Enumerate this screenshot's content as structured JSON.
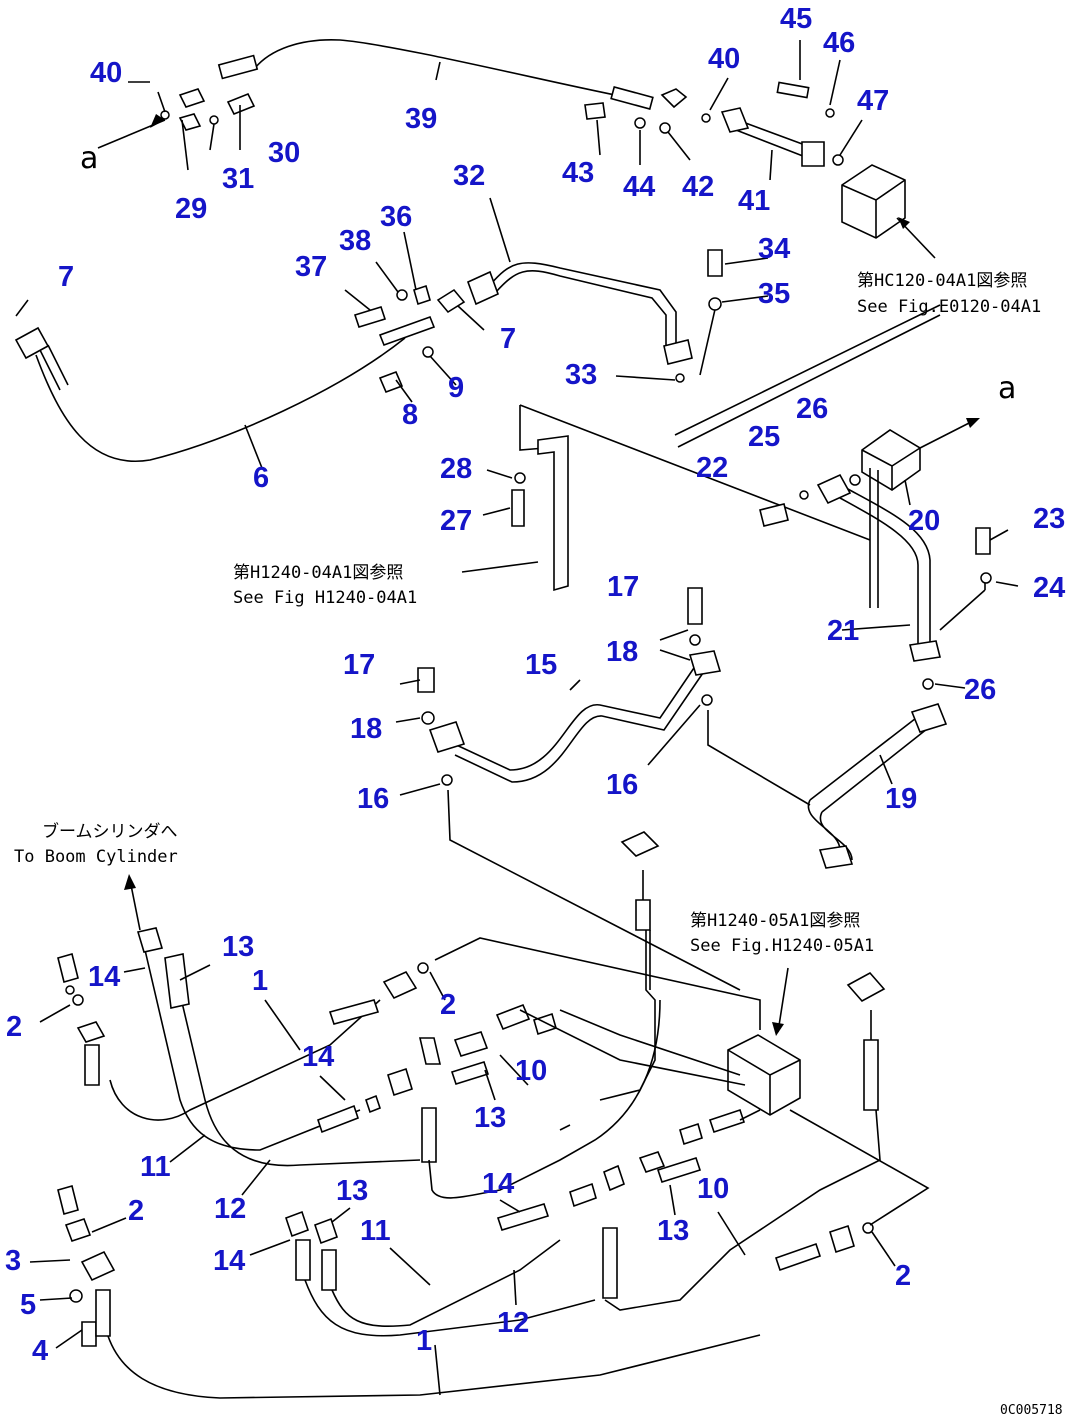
{
  "callouts": {
    "c1a": "1",
    "c1b": "1",
    "c2a": "2",
    "c2b": "2",
    "c2c": "2",
    "c2d": "2",
    "c3": "3",
    "c4": "4",
    "c5": "5",
    "c6": "6",
    "c7a": "7",
    "c7b": "7",
    "c8": "8",
    "c9": "9",
    "c10a": "10",
    "c10b": "10",
    "c11a": "11",
    "c11b": "11",
    "c12a": "12",
    "c12b": "12",
    "c13a": "13",
    "c13b": "13",
    "c13c": "13",
    "c13d": "13",
    "c14a": "14",
    "c14b": "14",
    "c14c": "14",
    "c14d": "14",
    "c15": "15",
    "c16a": "16",
    "c16b": "16",
    "c17a": "17",
    "c17b": "17",
    "c18a": "18",
    "c18b": "18",
    "c19": "19",
    "c20": "20",
    "c21": "21",
    "c22": "22",
    "c23": "23",
    "c24": "24",
    "c25": "25",
    "c26a": "26",
    "c26b": "26",
    "c27": "27",
    "c28": "28",
    "c29": "29",
    "c30": "30",
    "c31": "31",
    "c32": "32",
    "c33": "33",
    "c34": "34",
    "c35": "35",
    "c36": "36",
    "c37": "37",
    "c38": "38",
    "c39": "39",
    "c40a": "40",
    "c40b": "40",
    "c41": "41",
    "c42": "42",
    "c43": "43",
    "c44": "44",
    "c45": "45",
    "c46": "46",
    "c47": "47"
  },
  "notes": {
    "ref1_jp": "第HC120-04A1図参照",
    "ref1_en": "See Fig.E0120-04A1",
    "ref2_jp": "第H1240-04A1図参照",
    "ref2_en": "See Fig H1240-04A1",
    "ref3_jp": "第H1240-05A1図参照",
    "ref3_en": "See Fig.H1240-05A1",
    "boom_jp": "ブームシリンダへ",
    "boom_en": "To Boom Cylinder"
  },
  "view_marks": {
    "a1": "a",
    "a2": "a"
  },
  "drawing_code": "0C005718",
  "colors": {
    "callout": "#1515c8",
    "line": "#000000",
    "background": "#ffffff"
  }
}
